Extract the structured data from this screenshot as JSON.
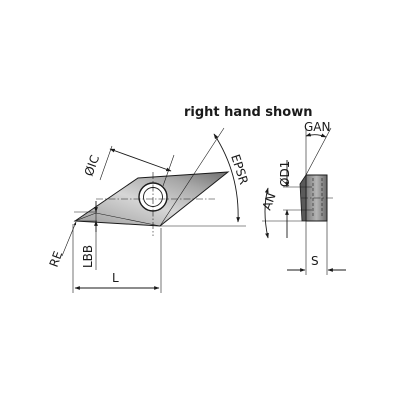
{
  "diagram": {
    "caption": "right hand shown",
    "labels": {
      "ic": "ØIC",
      "epsr": "EPSR",
      "re": "RE",
      "lbb": "LBB",
      "l": "L",
      "an": "AN",
      "d1": "ØD1",
      "gan": "GAN",
      "s": "S"
    },
    "colors": {
      "ink": "#1a1a1a",
      "insert_fill_light": "#d9d9d9",
      "insert_fill_dark": "#7f7f7f",
      "side_fill": "#8c8c8c"
    }
  }
}
